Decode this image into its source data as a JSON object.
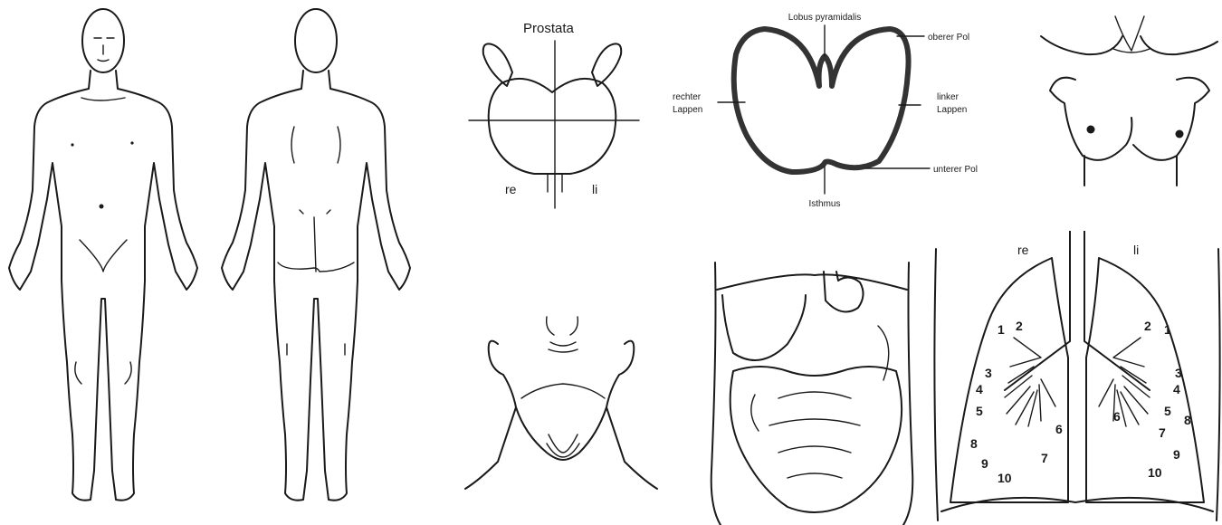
{
  "colors": {
    "line": "#1a1a1a",
    "thyroid_outline": "#333333",
    "background": "#ffffff"
  },
  "body_front": {},
  "body_back": {},
  "prostata": {
    "title": "Prostata",
    "right": "re",
    "left": "li"
  },
  "thyroid": {
    "lobus_pyramidalis": "Lobus pyramidalis",
    "oberer_pol": "oberer Pol",
    "rechter_lappen_1": "rechter",
    "rechter_lappen_2": "Lappen",
    "linker_lappen_1": "linker",
    "linker_lappen_2": "Lappen",
    "unterer_pol": "unterer Pol",
    "isthmus": "Isthmus"
  },
  "chest": {},
  "neck": {},
  "abdomen": {},
  "lungs": {
    "right": "re",
    "left": "li",
    "right_segments": [
      "1",
      "2",
      "3",
      "4",
      "5",
      "6",
      "7",
      "8",
      "9",
      "10"
    ],
    "left_segments": [
      "2",
      "1",
      "3",
      "4",
      "5",
      "6",
      "7",
      "8",
      "9",
      "10"
    ]
  }
}
